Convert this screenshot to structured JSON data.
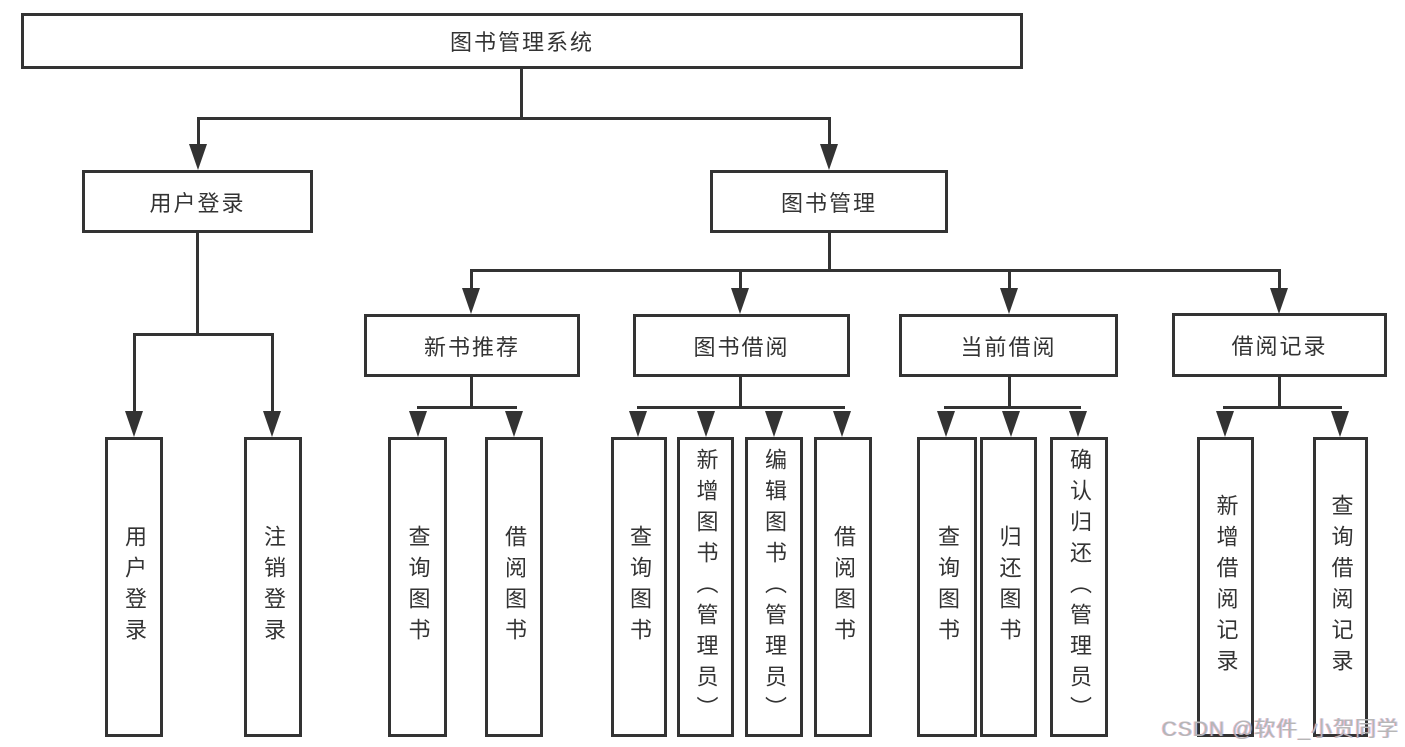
{
  "colors": {
    "line": "#333333",
    "text": "#333333",
    "background": "#ffffff",
    "watermark": "#b6b6b6"
  },
  "watermark": {
    "text": "CSDN @软件_小贺同学"
  },
  "tree": {
    "root": {
      "label": "图书管理系统",
      "children": [
        {
          "label": "用户登录",
          "children": [
            {
              "label": "用户登录"
            },
            {
              "label": "注销登录"
            }
          ]
        },
        {
          "label": "图书管理",
          "children": [
            {
              "label": "新书推荐",
              "children": [
                {
                  "label": "查询图书"
                },
                {
                  "label": "借阅图书"
                }
              ]
            },
            {
              "label": "图书借阅",
              "children": [
                {
                  "label": "查询图书"
                },
                {
                  "label": "新增图书（管理员）"
                },
                {
                  "label": "编辑图书（管理员）"
                },
                {
                  "label": "借阅图书"
                }
              ]
            },
            {
              "label": "当前借阅",
              "children": [
                {
                  "label": "查询图书"
                },
                {
                  "label": "归还图书"
                },
                {
                  "label": "确认归还（管理员）"
                }
              ]
            },
            {
              "label": "借阅记录",
              "children": [
                {
                  "label": "新增借阅记录"
                },
                {
                  "label": "查询借阅记录"
                }
              ]
            }
          ]
        }
      ]
    }
  }
}
